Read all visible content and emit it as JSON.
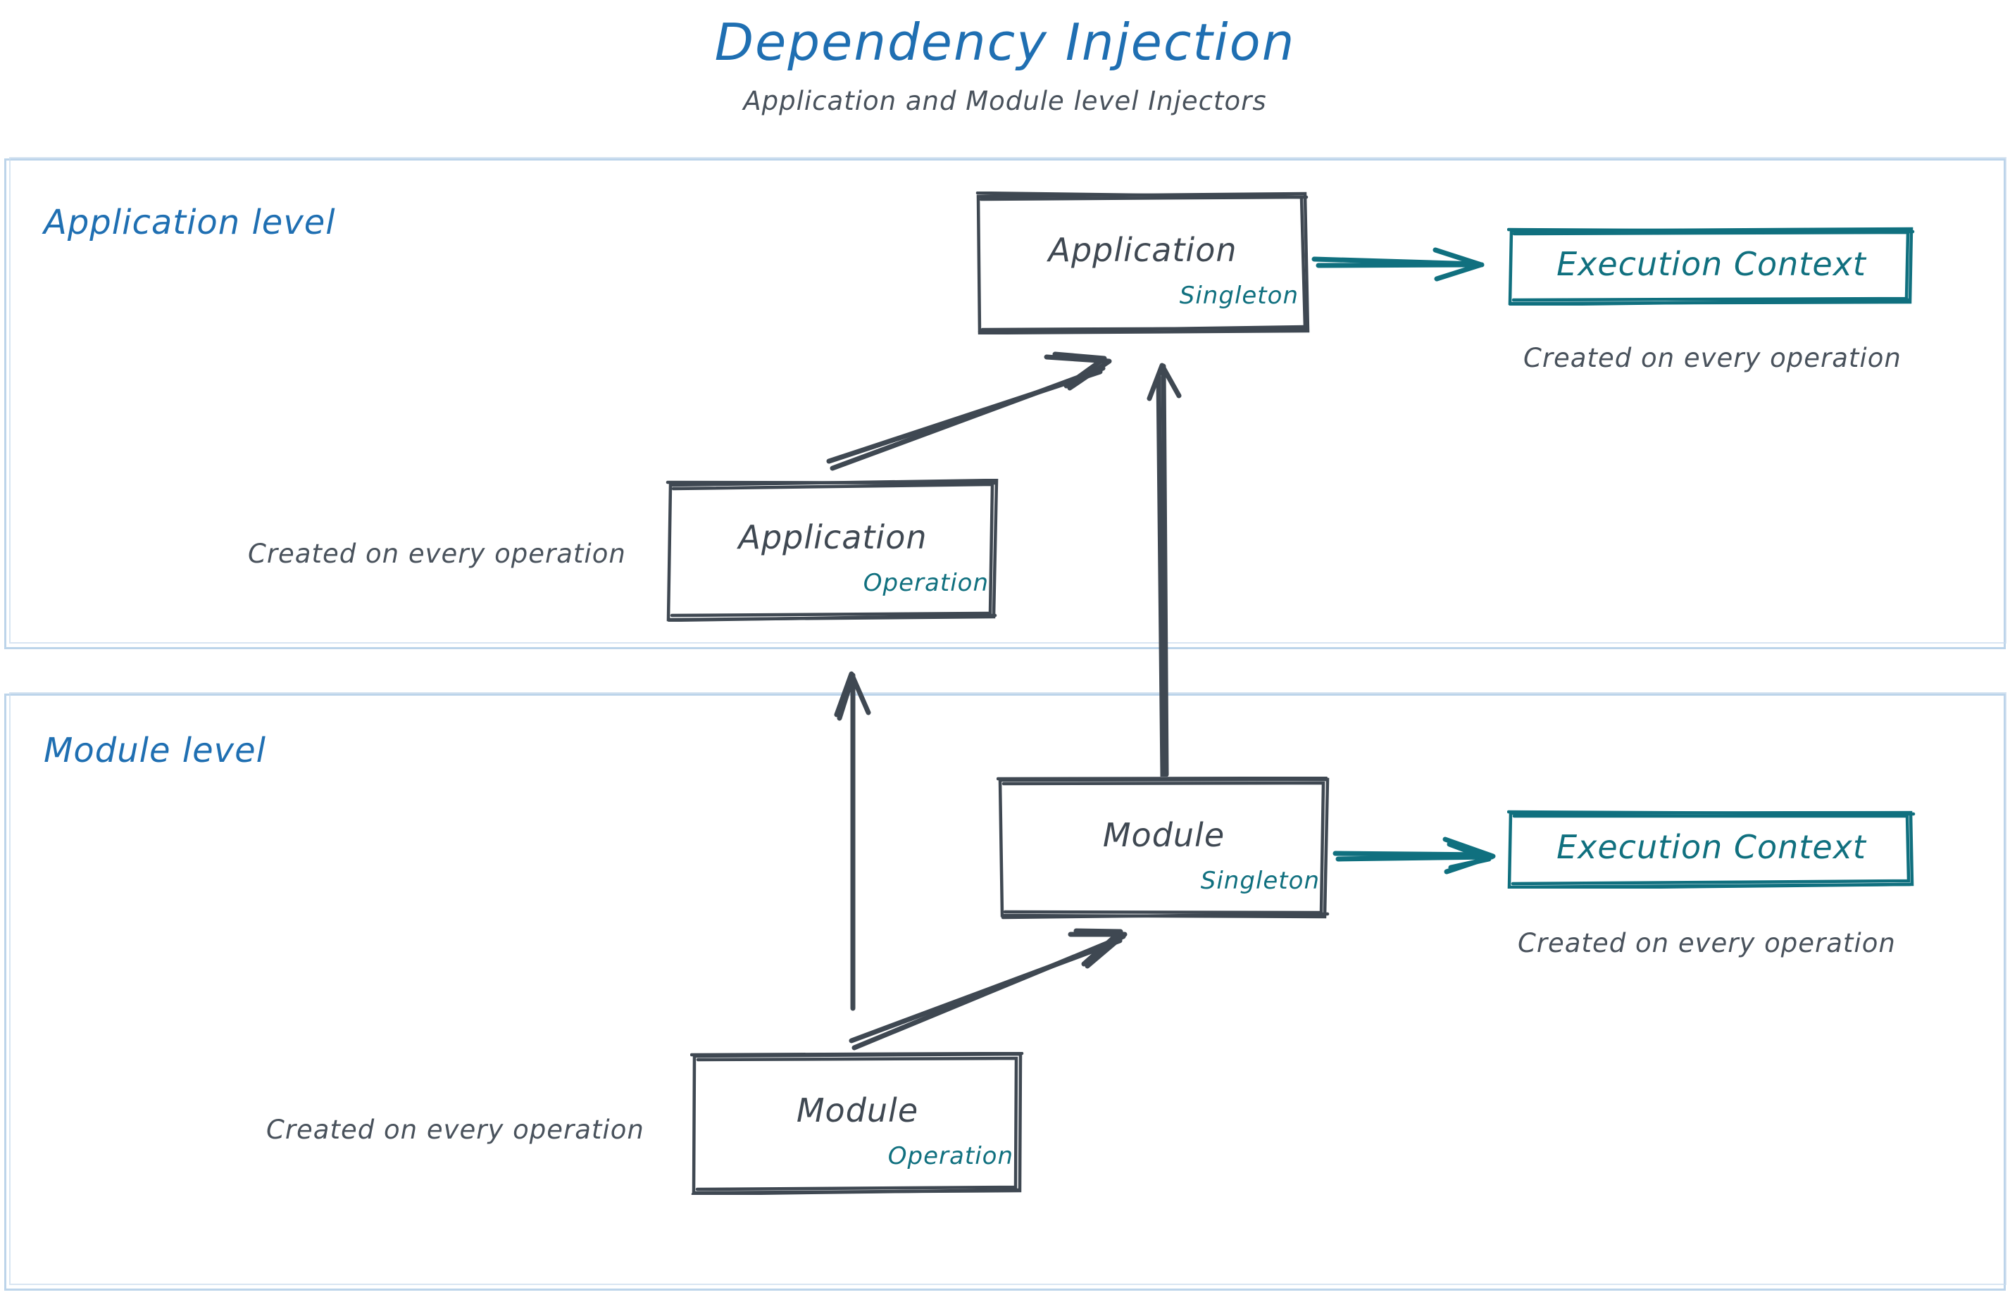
{
  "header": {
    "title": "Dependency Injection",
    "subtitle": "Application and Module level Injectors"
  },
  "colors": {
    "title_blue": "#1f6fb2",
    "section_border": "#bcd4ea",
    "node_border": "#3f4852",
    "node_text": "#3f4852",
    "accent_teal": "#10707f",
    "caption_text": "#49525c",
    "background": "#ffffff"
  },
  "sections": [
    {
      "id": "application",
      "label": "Application level"
    },
    {
      "id": "module",
      "label": "Module level"
    }
  ],
  "nodes": {
    "application_singleton": {
      "title": "Application",
      "scope": "Singleton"
    },
    "application_operation": {
      "title": "Application",
      "scope": "Operation"
    },
    "module_singleton": {
      "title": "Module",
      "scope": "Singleton"
    },
    "module_operation": {
      "title": "Module",
      "scope": "Operation"
    },
    "execution_context_app": {
      "title": "Execution Context"
    },
    "execution_context_mod": {
      "title": "Execution Context"
    }
  },
  "captions": {
    "application_operation": "Created on every operation",
    "module_operation": "Created on every operation",
    "execution_context_app": "Created on every operation",
    "execution_context_mod": "Created on every operation"
  },
  "arrows": [
    {
      "name": "application-operation-to-application-singleton",
      "style": "sketch-double",
      "color": "#3f4852"
    },
    {
      "name": "application-singleton-to-execution-context",
      "style": "teal",
      "color": "#10707f"
    },
    {
      "name": "module-singleton-to-application-singleton",
      "style": "sketch-vertical",
      "color": "#3f4852"
    },
    {
      "name": "module-operation-to-application-operation",
      "style": "sketch-vertical",
      "color": "#3f4852"
    },
    {
      "name": "module-operation-to-module-singleton",
      "style": "sketch-double",
      "color": "#3f4852"
    },
    {
      "name": "module-singleton-to-execution-context",
      "style": "teal",
      "color": "#10707f"
    }
  ]
}
